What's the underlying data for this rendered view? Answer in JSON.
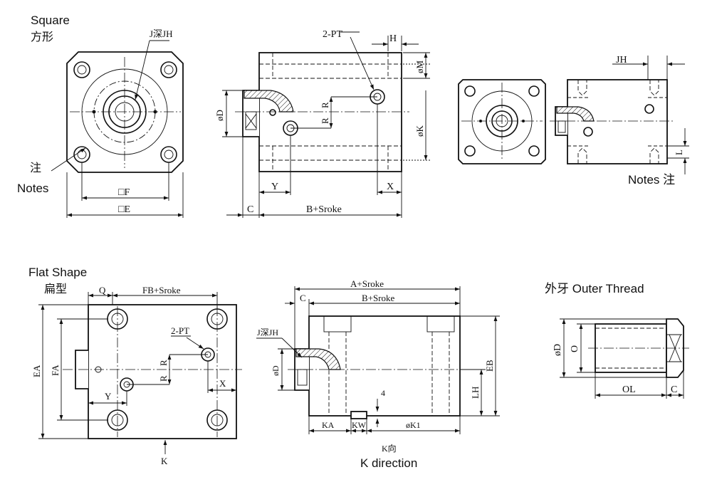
{
  "square": {
    "title_en": "Square",
    "title_zh": "方形",
    "notes_zh": "注",
    "notes_en": "Notes",
    "notes_right": "Notes 注"
  },
  "flat": {
    "title_en": "Flat Shape",
    "title_zh": "扁型"
  },
  "outer_thread": {
    "title": "外牙 Outer Thread"
  },
  "k_direction": {
    "zh": "K向",
    "en": "K direction"
  },
  "dims": {
    "j_deep_jh": "J深JH",
    "sq_f": "□F",
    "sq_e": "□E",
    "two_pt": "2-PT",
    "h": "H",
    "phi_m": "øM",
    "phi_d": "øD",
    "r": "R",
    "phi_k": "øK",
    "y": "Y",
    "x": "X",
    "c": "C",
    "b_stroke": "B+Sroke",
    "jh": "JH",
    "l": "L",
    "q": "Q",
    "fb_stroke": "FB+Sroke",
    "ea": "EA",
    "fa": "FA",
    "k": "K",
    "a_stroke": "A+Sroke",
    "eb": "EB",
    "lh": "LH",
    "four": "4",
    "ka": "KA",
    "kw": "KW",
    "phi_k1": "øK1",
    "o": "O",
    "ol": "OL"
  }
}
